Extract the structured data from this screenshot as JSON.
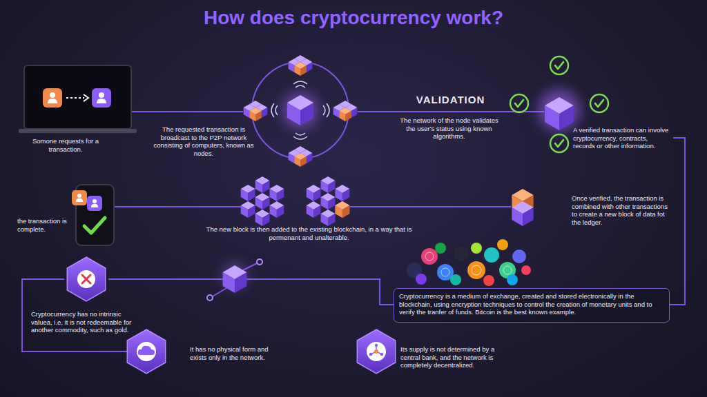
{
  "diagram": {
    "title": "How does cryptocurrency work?",
    "nodes": [
      {
        "text": [
          "Somone requests for a transaction."
        ]
      },
      {
        "text": [
          "The requested transaction is broadcast to the P2P network consisting of computers, known as nodes."
        ]
      },
      {
        "text": [
          "VALIDATION",
          "The network of the node validates the user's status using known algorithms."
        ]
      },
      {
        "text": [
          "A verified transaction can involve cryptocurrency, contracts, records or other information."
        ]
      },
      {
        "text": [
          "Once verified, the transaction is combined with other transactions to create a new block of data fot the ledger."
        ]
      },
      {
        "text": [
          "The new block is then added to the existing blockchain, in a way that is permenant and unalterable."
        ]
      },
      {
        "text": [
          "the transaction is complete."
        ]
      },
      {
        "text": [
          "Cryptocurrency is a medium of exchange, created and stored electronically in the blockchain, using encryption techniques to control the creation of monetary units and to verify the tranfer of funds. Bitcoin is the best known example."
        ]
      },
      {
        "text": [
          "Cryptocurrency has no intrinsic valuea, i.e, it is not redeemable for another commodity, such as gold."
        ]
      },
      {
        "text": [
          "It has no physical form and exists only in the network."
        ]
      },
      {
        "text": [
          "Its supply is not determined by a central bank, and the network is completely decentralized."
        ]
      }
    ],
    "edges": [
      {
        "from": 0,
        "to": 1,
        "arrow": "none"
      },
      {
        "from": 1,
        "to": 2,
        "arrow": "none"
      },
      {
        "from": 2,
        "to": 3,
        "arrow": "none"
      },
      {
        "from": 3,
        "to": 7,
        "arrow": "none"
      },
      {
        "from": 4,
        "to": 5,
        "arrow": "none"
      },
      {
        "from": 5,
        "to": 6,
        "arrow": "none"
      },
      {
        "from": 7,
        "to": 8,
        "arrow": "none"
      },
      {
        "from": 8,
        "to": 9,
        "arrow": "none"
      }
    ]
  }
}
